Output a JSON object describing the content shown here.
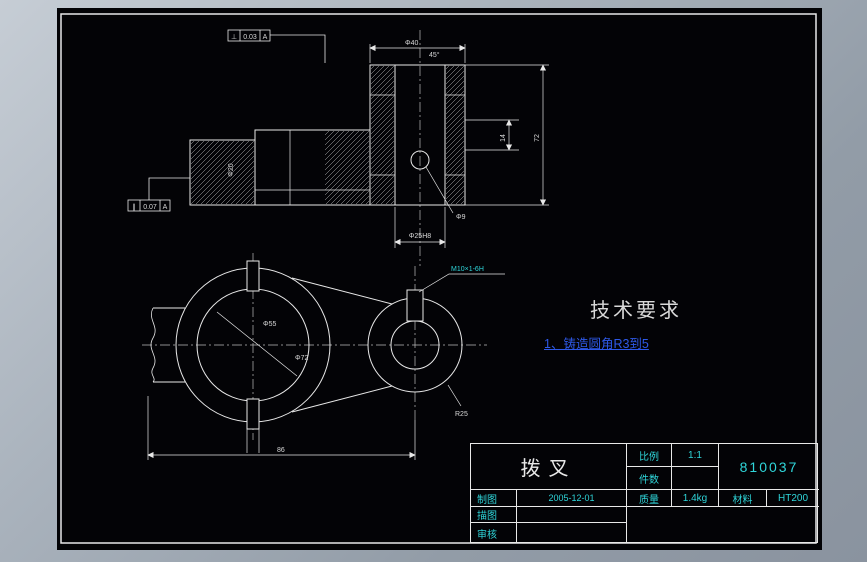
{
  "drawing": {
    "tech": {
      "title": "技术要求",
      "item1": "1、铸造圆角R3到5"
    },
    "datum_top": {
      "symbol": "⊥",
      "tolerance": "0.03",
      "datum": "A"
    },
    "datum_left": {
      "symbol": "∥",
      "tolerance": "0.07",
      "datum": "A"
    },
    "dims": {
      "hub_width": "Φ40",
      "chamfer": "45°",
      "step": "14",
      "height": "72",
      "bore": "Φ25H8",
      "pad": "Φ20",
      "pin": "Φ9",
      "ring_outer": "Φ72",
      "ring_inner": "Φ55",
      "thread": "M10×1-6H",
      "fillet": "R25",
      "length": "86"
    }
  },
  "title_block": {
    "part_name": "拨叉",
    "scale_label": "比例",
    "scale_value": "1:1",
    "qty_label": "件数",
    "qty_value": "",
    "mass_label": "质量",
    "mass_value": "1.4kg",
    "material_label": "材料",
    "material_value": "HT200",
    "drawing_no": "810037",
    "draft_label": "制图",
    "draft_date": "2005-12-01",
    "trace_label": "描图",
    "trace_value": "",
    "check_label": "审核",
    "check_value": ""
  },
  "colors": {
    "line": "#e8e8e8",
    "cyan": "#2fd6da",
    "note_blue": "#2e59e8",
    "background": "#030306"
  }
}
